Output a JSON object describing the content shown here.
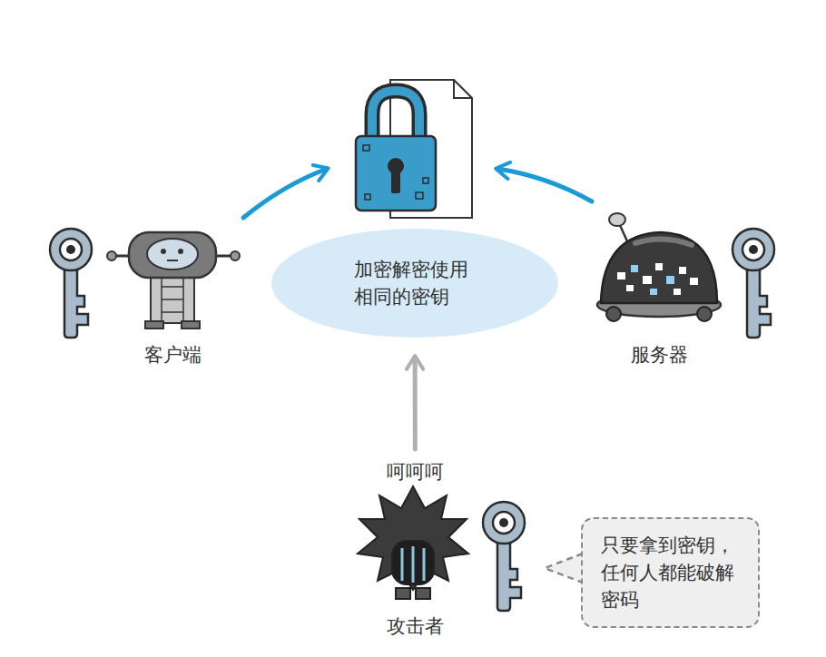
{
  "diagram": {
    "nodes": [
      {
        "text": [
          "客户端"
        ]
      },
      {
        "text": [
          "加密解密使用 相同的密钥"
        ]
      },
      {
        "text": [
          "服务器"
        ]
      },
      {
        "text": [
          "呵呵呵",
          "攻击者"
        ]
      },
      {
        "text": [
          "只要拿到密钥， 任何人都能破解 密码"
        ]
      }
    ],
    "edges": [
      {
        "from": 3,
        "to": 1,
        "arrow": "to"
      }
    ]
  }
}
